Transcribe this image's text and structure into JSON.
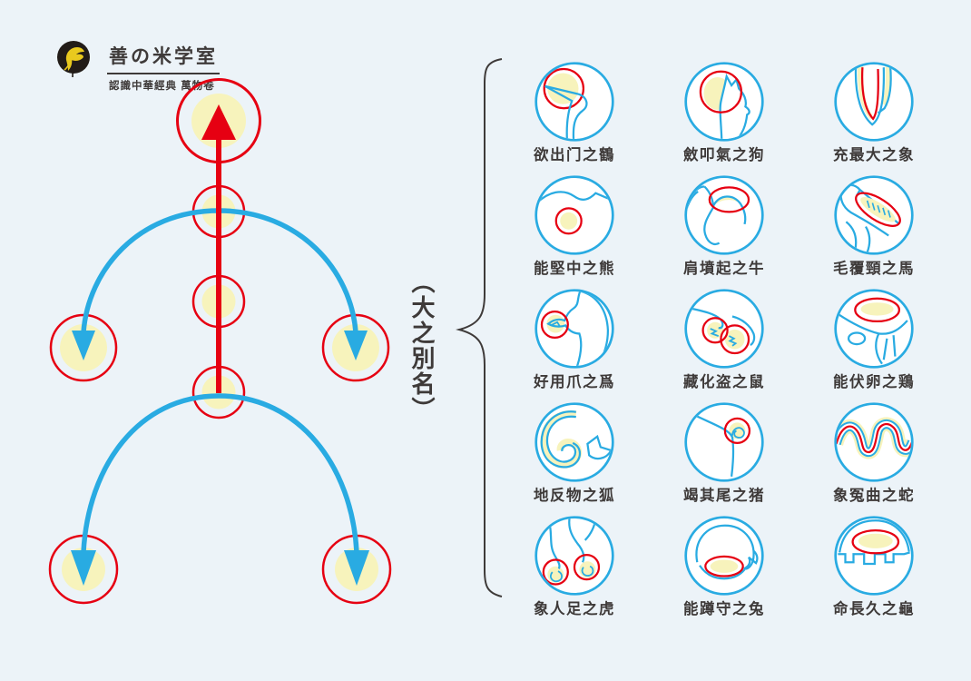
{
  "colors": {
    "background": "#ecf3f8",
    "red": "#e60012",
    "blue": "#29abe2",
    "yellow": "#f7f3bc",
    "ink": "#3e3a39",
    "logo_bird_yellow": "#e9c91e"
  },
  "logo": {
    "title": "善の米学室",
    "subtitle": "認識中華經典 萬物卷",
    "mark_icon": "yellow-bird-logo-icon"
  },
  "diagram": {
    "label": "（大之別名）",
    "description_icons": [
      "up-arrow-node",
      "down-arrow-nodes"
    ]
  },
  "grid": {
    "items": [
      {
        "label": "欲出门之鶴",
        "icon": "crane-icon"
      },
      {
        "label": "斂叩氣之狗",
        "icon": "dog-icon"
      },
      {
        "label": "充最大之象",
        "icon": "elephant-icon"
      },
      {
        "label": "能堅中之熊",
        "icon": "bear-icon"
      },
      {
        "label": "肩墳起之牛",
        "icon": "ox-icon"
      },
      {
        "label": "毛覆頸之馬",
        "icon": "horse-icon"
      },
      {
        "label": "好用爪之爲",
        "icon": "monkey-icon"
      },
      {
        "label": "藏化盗之鼠",
        "icon": "rat-icon"
      },
      {
        "label": "能伏卵之鶏",
        "icon": "hen-icon"
      },
      {
        "label": "地反物之狐",
        "icon": "fox-icon"
      },
      {
        "label": "竭其尾之猪",
        "icon": "pig-icon"
      },
      {
        "label": "象冤曲之蛇",
        "icon": "snake-icon"
      },
      {
        "label": "象人足之虎",
        "icon": "tiger-icon"
      },
      {
        "label": "能蹲守之兔",
        "icon": "rabbit-icon"
      },
      {
        "label": "命長久之龜",
        "icon": "turtle-icon"
      }
    ]
  }
}
